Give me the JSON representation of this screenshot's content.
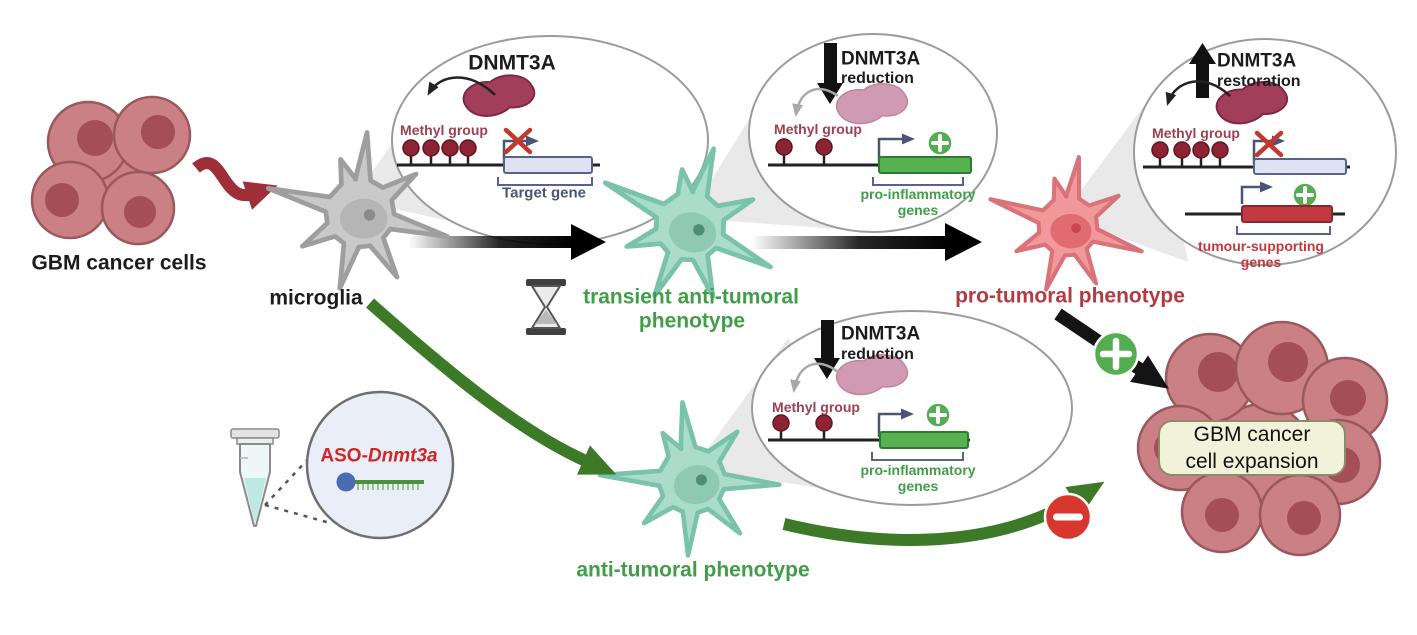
{
  "figure": {
    "labels": {
      "gbm_cancer_cells": "GBM cancer cells",
      "microglia": "microglia",
      "transient_line1": "transient anti-tumoral",
      "transient_line2": "phenotype",
      "pro_tumoral": "pro-tumoral phenotype",
      "anti_tumoral": "anti-tumoral phenotype",
      "expansion_line1": "GBM cancer",
      "expansion_line2": "cell expansion"
    },
    "callout_top_left": {
      "title": "DNMT3A",
      "methyl_label": "Methyl group",
      "gene_label": "Target gene"
    },
    "callout_top_middle": {
      "title": "DNMT3A",
      "subtitle": "reduction",
      "methyl_label": "Methyl group",
      "gene_label_line1": "pro-inflammatory",
      "gene_label_line2": "genes"
    },
    "callout_top_right": {
      "title": "DNMT3A",
      "subtitle": "restoration",
      "methyl_label": "Methyl group",
      "gene_label_line1": "tumour-supporting",
      "gene_label_line2": "genes"
    },
    "callout_bottom": {
      "title": "DNMT3A",
      "subtitle": "reduction",
      "methyl_label": "Methyl group",
      "gene_label_line1": "pro-inflammatory",
      "gene_label_line2": "genes"
    },
    "aso": {
      "prefix": "ASO-",
      "gene_italic": "Dnmt3a"
    },
    "colors": {
      "cancer_cell_body": "#ca8084",
      "cancer_cell_nucleus": "#a44e56",
      "microglia_gray": "#c9c9c9",
      "anti_tumoral_teal": "#abdcc9",
      "pro_tumoral_salmon": "#f0989a",
      "dnmt3a_blob": "#a23e5a",
      "dnmt3a_blob_faded": "#d09ab2",
      "green_accent": "#3f9e47",
      "dark_green_arrow": "#3c7a28",
      "red_accent": "#c2383d",
      "plus_badge": "#55ad51",
      "minus_badge": "#d7372d",
      "lavender_gene_box": "#dde3f3",
      "green_gene_box": "#56b14e",
      "red_gene_box": "#c13a3f",
      "expansion_box_fill": "#f2f2da"
    }
  }
}
